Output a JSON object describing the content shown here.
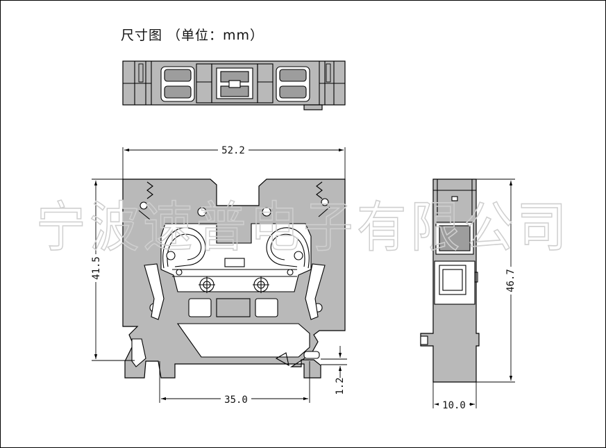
{
  "title": "尺寸图  （单位：mm）",
  "watermark": "宁波速普电子有限公司",
  "dimensions": {
    "width_top": "52.2",
    "height_left": "41.5",
    "rail_width": "35.0",
    "rail_gap": "1.2",
    "side_height": "46.7",
    "side_thickness": "10.0"
  },
  "colors": {
    "part_fill": "#b9b9b9",
    "line": "#000000",
    "watermark": "#cfcfcf"
  }
}
